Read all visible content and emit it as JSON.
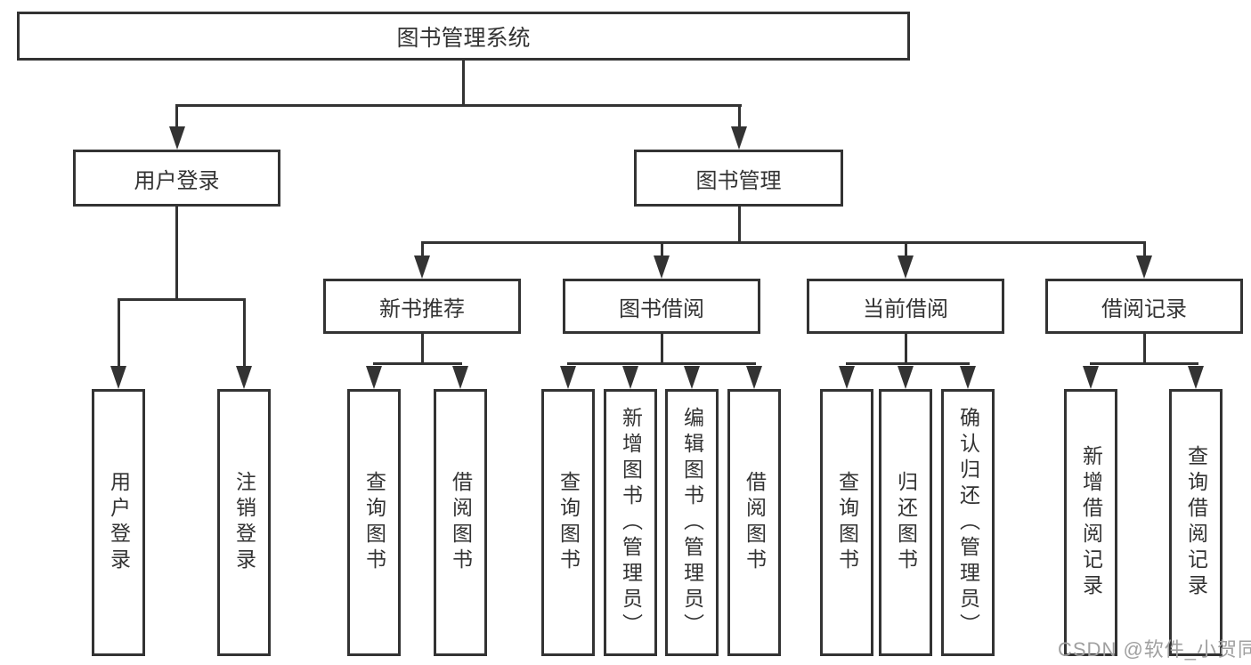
{
  "diagram": {
    "title": "图书管理系统",
    "level2": {
      "user_login": "用户登录",
      "book_mgmt": "图书管理"
    },
    "level3": {
      "new_books": "新书推荐",
      "book_borrow": "图书借阅",
      "current_borrow": "当前借阅",
      "borrow_records": "借阅记录"
    },
    "leaves": {
      "ul_login": "用户登录",
      "ul_logout": "注销登录",
      "nb_query": "查询图书",
      "nb_borrow": "借阅图书",
      "bb_query": "查询图书",
      "bb_add": "新增图书（管理员）",
      "bb_edit": "编辑图书（管理员）",
      "bb_borrow": "借阅图书",
      "cb_query": "查询图书",
      "cb_return": "归还图书",
      "cb_confirm": "确认归还（管理员）",
      "br_add": "新增借阅记录",
      "br_query": "查询借阅记录"
    },
    "watermark": "CSDN @软件_小贺同学",
    "colors": {
      "line": "#333333",
      "text": "#333333",
      "watermark_text": "#a0a0a0",
      "background": "#ffffff"
    }
  }
}
